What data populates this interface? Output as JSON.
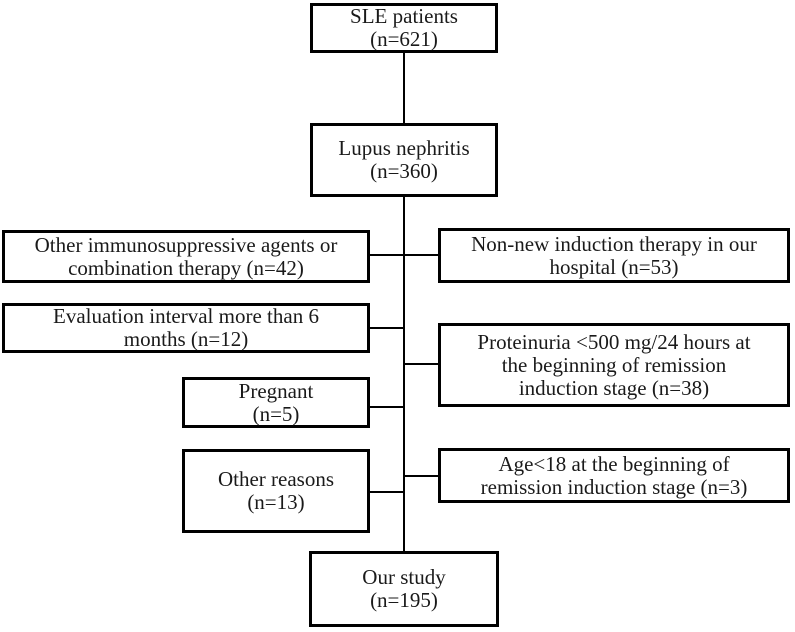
{
  "diagram": {
    "type": "flowchart",
    "colors": {
      "box_border": "#000000",
      "connector_line": "#000000",
      "text": "#1a1a1a",
      "background": "#ffffff"
    },
    "nodes": {
      "sle_patients": {
        "label": "SLE patients\n(n=621)",
        "count": 621
      },
      "lupus_nephritis": {
        "label": "Lupus nephritis\n(n=360)",
        "count": 360
      },
      "other_immunosuppressive": {
        "label": "Other immunosuppressive agents or\ncombination therapy (n=42)",
        "count": 42
      },
      "non_new_induction": {
        "label": "Non-new induction therapy in our\nhospital (n=53)",
        "count": 53
      },
      "evaluation_interval": {
        "label": "Evaluation interval more than 6\nmonths (n=12)",
        "count": 12
      },
      "proteinuria": {
        "label": "Proteinuria <500 mg/24 hours at\nthe beginning of remission\ninduction stage (n=38)",
        "count": 38
      },
      "pregnant": {
        "label": "Pregnant\n(n=5)",
        "count": 5
      },
      "other_reasons": {
        "label": "Other reasons\n(n=13)",
        "count": 13
      },
      "age_under_18": {
        "label": "Age<18 at the beginning of\nremission induction stage (n=3)",
        "count": 3
      },
      "our_study": {
        "label": "Our study\n(n=195)",
        "count": 195
      }
    },
    "edges": [
      {
        "from": "sle_patients",
        "to": "lupus_nephritis"
      },
      {
        "from": "lupus_nephritis",
        "to": "our_study"
      },
      {
        "branch": "other_immunosuppressive",
        "side": "left"
      },
      {
        "branch": "non_new_induction",
        "side": "right"
      },
      {
        "branch": "evaluation_interval",
        "side": "left"
      },
      {
        "branch": "proteinuria",
        "side": "right"
      },
      {
        "branch": "pregnant",
        "side": "left"
      },
      {
        "branch": "age_under_18",
        "side": "right"
      },
      {
        "branch": "other_reasons",
        "side": "left"
      }
    ]
  }
}
